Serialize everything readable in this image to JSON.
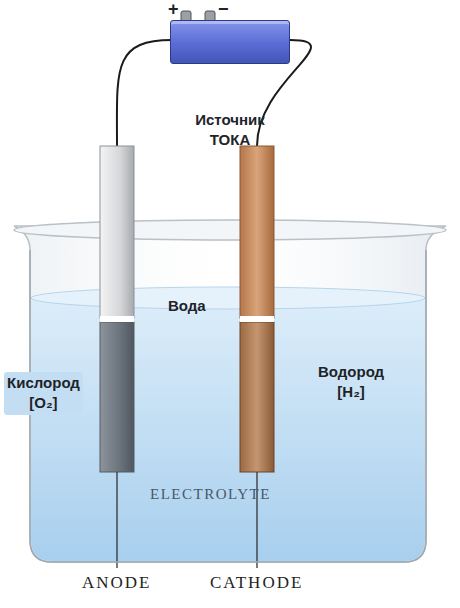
{
  "diagram": {
    "nodes": [
      {
        "text": [
          "Источник ТОКА"
        ]
      }
    ],
    "labels": [
      "+",
      "−",
      "Вода",
      "Кислород [O₂]",
      "Водород [H₂]",
      "ELECTROLYTE",
      "ANODE",
      "CATHODE"
    ]
  }
}
